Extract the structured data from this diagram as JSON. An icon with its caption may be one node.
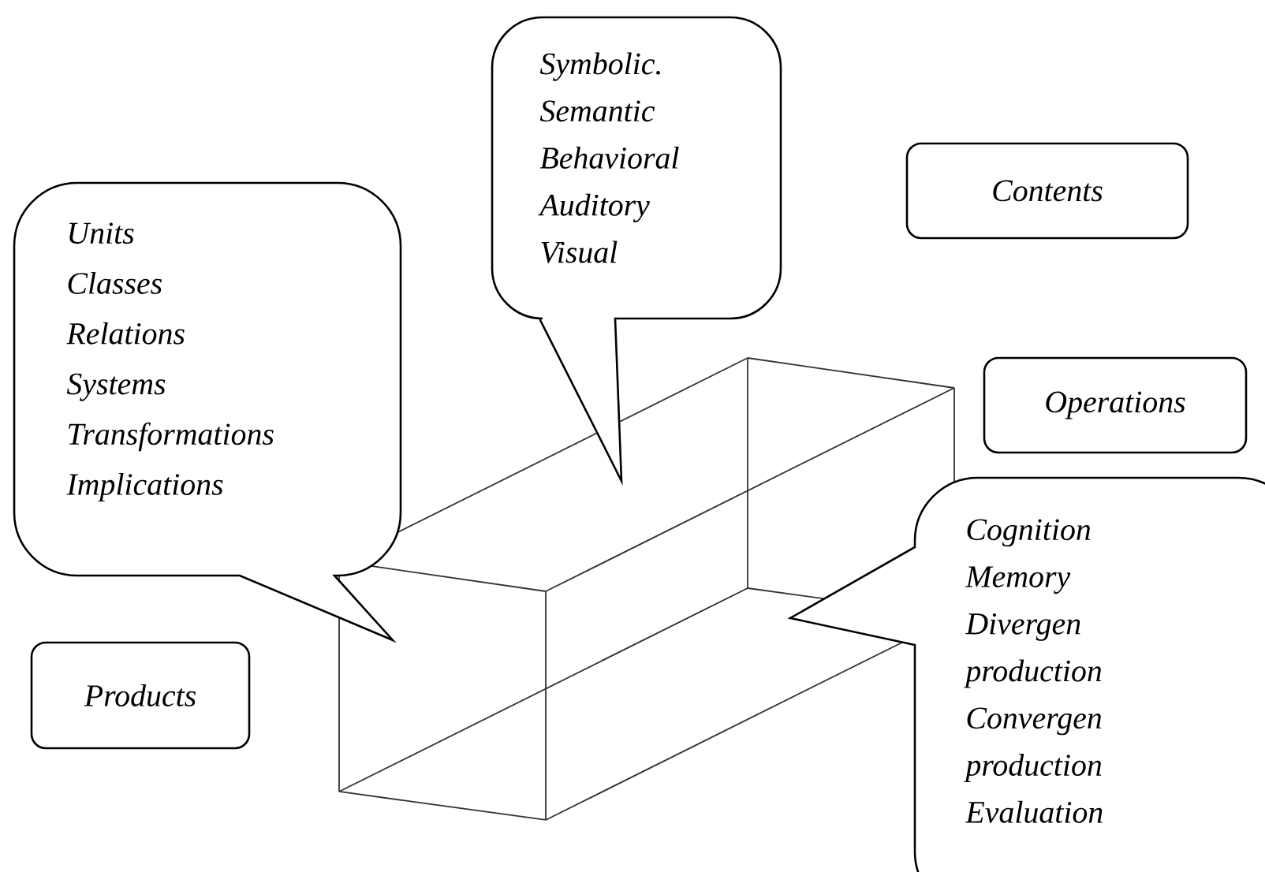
{
  "diagram": {
    "nodes": [
      {
        "text": [
          "Symbolic.",
          "Semantic",
          "Behavioral",
          "Auditory",
          "Visual"
        ]
      },
      {
        "text": [
          "Contents"
        ]
      },
      {
        "text": [
          "Units",
          "Classes",
          "Relations",
          "Systems",
          "Transformations",
          "Implications"
        ]
      },
      {
        "text": [
          "Operations"
        ]
      },
      {
        "text": [
          "Cognition",
          "Memory",
          "Divergen production",
          "Convergen production",
          "Evaluation"
        ]
      },
      {
        "text": [
          "Products"
        ]
      }
    ]
  }
}
